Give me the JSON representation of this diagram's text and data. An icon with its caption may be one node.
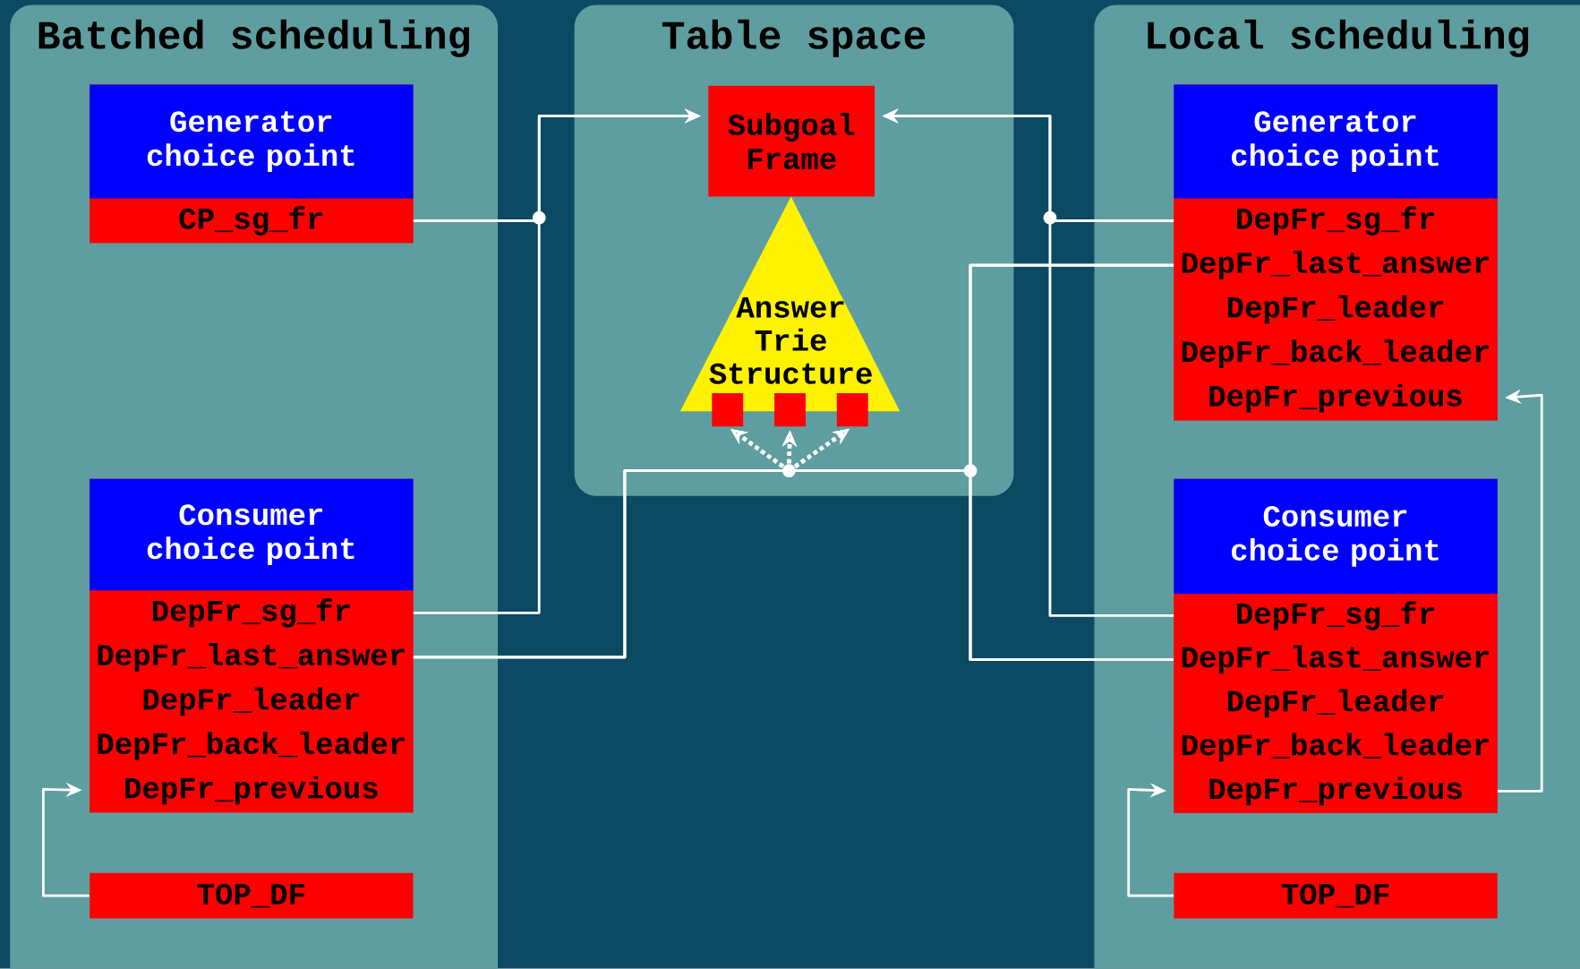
{
  "diagram": {
    "nodes": [
      {
        "text": [
          "Batched scheduling"
        ]
      },
      {
        "text": [
          "Table space"
        ]
      },
      {
        "text": [
          "Local scheduling"
        ]
      },
      {
        "text": [
          "Generator choice point"
        ],
        "in": 0
      },
      {
        "text": [
          "CP_sg_fr"
        ],
        "in": 3
      },
      {
        "text": [
          "Consumer choice point"
        ],
        "in": 0
      },
      {
        "text": [
          "DepFr_sg_fr"
        ],
        "in": 5
      },
      {
        "text": [
          "DepFr_last_answer"
        ],
        "in": 5
      },
      {
        "text": [
          "DepFr_leader"
        ],
        "in": 5
      },
      {
        "text": [
          "DepFr_back_leader"
        ],
        "in": 5
      },
      {
        "text": [
          "DepFr_previous"
        ],
        "in": 5
      },
      {
        "text": [
          "TOP_DF"
        ],
        "in": 0
      },
      {
        "text": [
          "Subgoal Frame"
        ],
        "in": 1
      },
      {
        "text": [
          "Answer Trie Structure"
        ],
        "in": 1
      },
      {
        "text": [],
        "shape": "box",
        "in": 1
      },
      {
        "text": [],
        "shape": "box",
        "in": 1
      },
      {
        "text": [],
        "shape": "box",
        "in": 1
      },
      {
        "text": [
          "Generator choice point"
        ],
        "in": 2
      },
      {
        "text": [
          "DepFr_sg_fr"
        ],
        "in": 17
      },
      {
        "text": [
          "DepFr_last_answer"
        ],
        "in": 17
      },
      {
        "text": [
          "DepFr_leader"
        ],
        "in": 17
      },
      {
        "text": [
          "DepFr_back_leader"
        ],
        "in": 17
      },
      {
        "text": [
          "DepFr_previous"
        ],
        "in": 17
      },
      {
        "text": [
          "Consumer choice point"
        ],
        "in": 2
      },
      {
        "text": [
          "DepFr_sg_fr"
        ],
        "in": 23
      },
      {
        "text": [
          "DepFr_last_answer"
        ],
        "in": 23
      },
      {
        "text": [
          "DepFr_leader"
        ],
        "in": 23
      },
      {
        "text": [
          "DepFr_back_leader"
        ],
        "in": 23
      },
      {
        "text": [
          "DepFr_previous"
        ],
        "in": 23
      },
      {
        "text": [
          "TOP_DF"
        ],
        "in": 2
      }
    ],
    "edges": [
      {
        "from": 4,
        "to": 12,
        "arrow": "to"
      },
      {
        "from": 6,
        "to": 12,
        "arrow": "to"
      },
      {
        "from": 18,
        "to": 12,
        "arrow": "to"
      },
      {
        "from": 24,
        "to": 12,
        "arrow": "to"
      },
      {
        "from": 7,
        "to": 14,
        "arrow": "to"
      },
      {
        "from": 7,
        "to": 15,
        "arrow": "to"
      },
      {
        "from": 7,
        "to": 16,
        "arrow": "to"
      },
      {
        "from": 19,
        "to": 14,
        "arrow": "to"
      },
      {
        "from": 19,
        "to": 15,
        "arrow": "to"
      },
      {
        "from": 19,
        "to": 16,
        "arrow": "to"
      },
      {
        "from": 25,
        "to": 14,
        "arrow": "to"
      },
      {
        "from": 25,
        "to": 15,
        "arrow": "to"
      },
      {
        "from": 25,
        "to": 16,
        "arrow": "to"
      },
      {
        "from": 11,
        "to": 10,
        "arrow": "to"
      },
      {
        "from": 29,
        "to": 28,
        "arrow": "to"
      },
      {
        "from": 28,
        "to": 22,
        "arrow": "to"
      }
    ]
  }
}
